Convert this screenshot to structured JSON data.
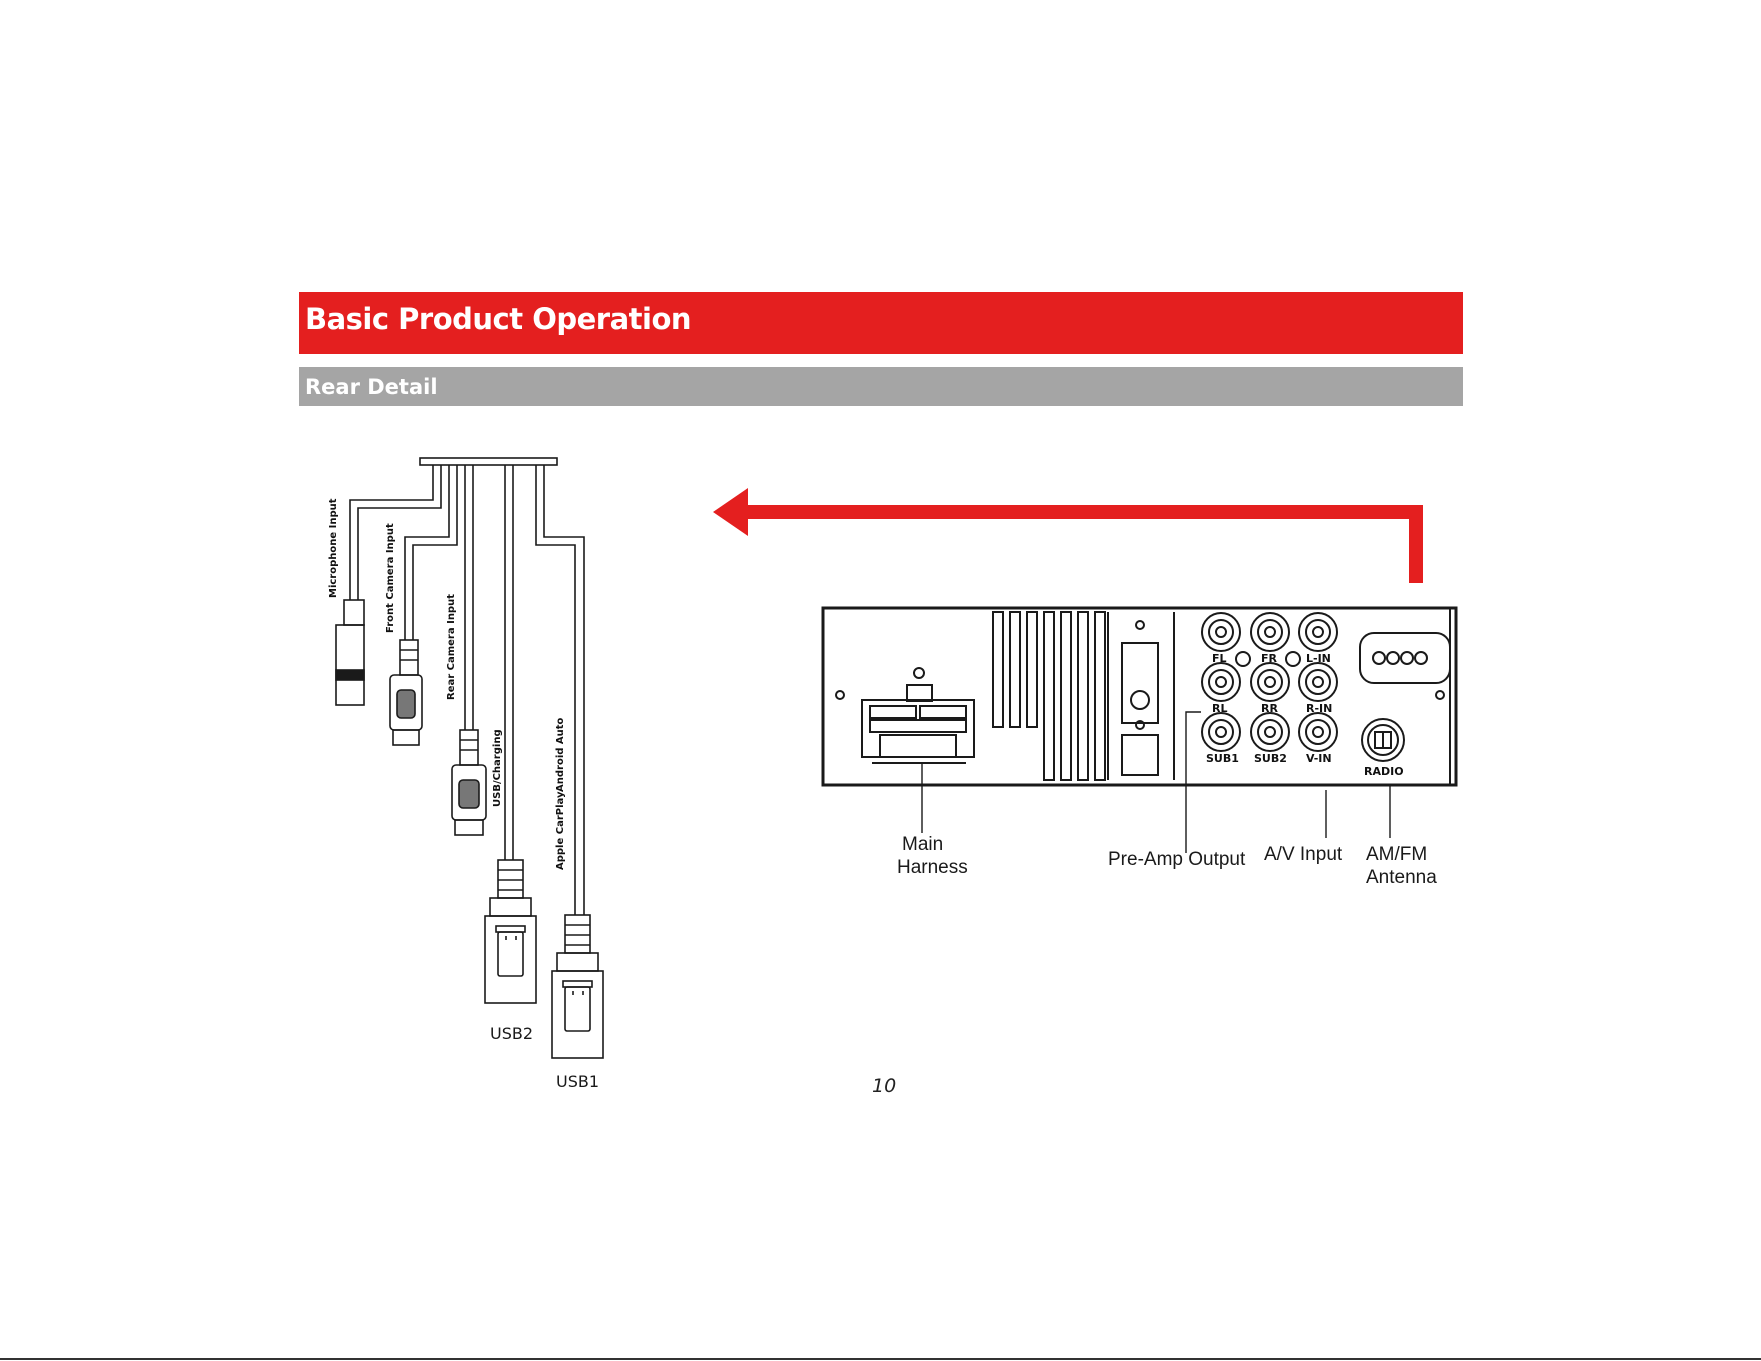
{
  "header": {
    "title": "Basic Product Operation"
  },
  "section": {
    "title": "Rear Detail"
  },
  "cable_labels": {
    "microphone": "Microphone Input",
    "front_camera": "Front Camera Input",
    "rear_camera": "Rear Camera Input",
    "usb_charging": "USB/Charging",
    "android_auto": "Android Auto",
    "apple_carplay": "Apple CarPlay",
    "usb2": "USB2",
    "usb1": "USB1"
  },
  "unit_jacks": {
    "fl": "FL",
    "fr": "FR",
    "lin": "L-IN",
    "rl": "RL",
    "rr": "RR",
    "rin": "R-IN",
    "sub1": "SUB1",
    "sub2": "SUB2",
    "vin": "V-IN",
    "radio": "RADIO"
  },
  "callouts": {
    "main_harness_line1": "Main",
    "main_harness_line2": "Harness",
    "preamp": "Pre-Amp Output",
    "av_input": "A/V Input",
    "antenna_line1": "AM/FM",
    "antenna_line2": "Antenna"
  },
  "page_number": "10",
  "colors": {
    "accent": "#e41f1f",
    "subheader": "#a5a5a5"
  }
}
